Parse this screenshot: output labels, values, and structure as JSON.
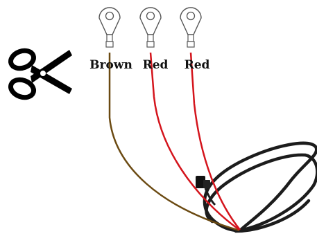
{
  "wires": [
    {
      "label": "Brown",
      "color": "#6b4a12"
    },
    {
      "label": "Red",
      "color": "#d4141c"
    },
    {
      "label": "Red",
      "color": "#d4141c"
    }
  ],
  "cable_color": "#1c1c1c",
  "connector_color": "#111111",
  "terminal_color": "#555555",
  "icons": {
    "cut": "scissors-icon"
  }
}
